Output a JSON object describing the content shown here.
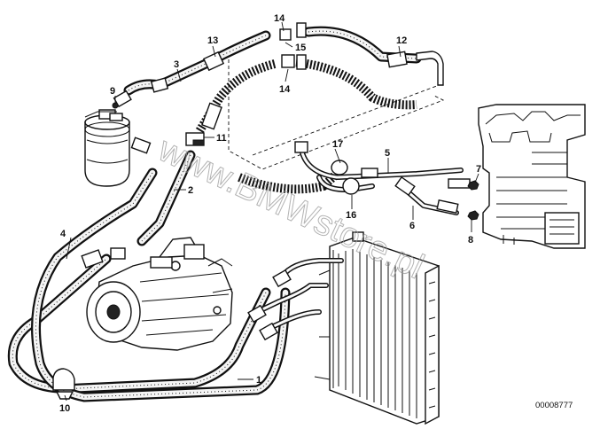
{
  "diagram": {
    "callouts": [
      "1",
      "2",
      "3",
      "4",
      "5",
      "6",
      "7",
      "8",
      "9",
      "10",
      "11",
      "12",
      "13",
      "14",
      "14",
      "15",
      "16",
      "17"
    ],
    "reference_code": "00008777",
    "watermark": "www.BMWstore.pl"
  },
  "colors": {
    "ink": "#111111",
    "background": "#ffffff",
    "watermark": "#9a9a9a"
  }
}
